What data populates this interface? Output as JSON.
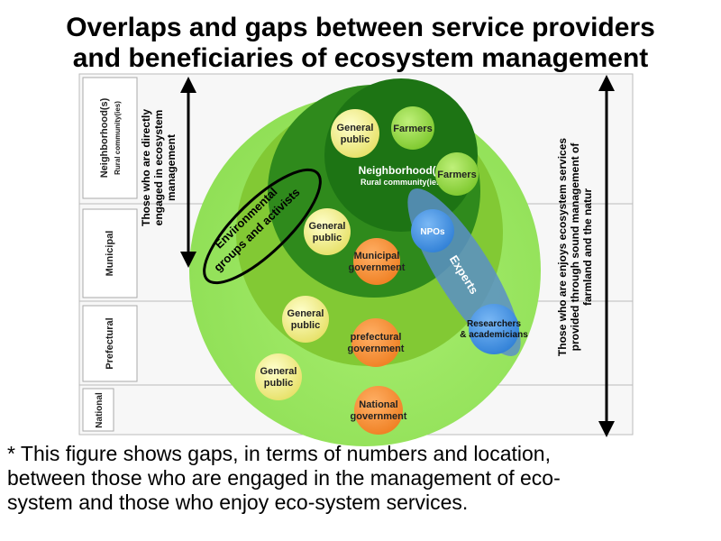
{
  "title": {
    "line1": "Overlaps and gaps between service providers",
    "line2": "and beneficiaries of ecosystem management"
  },
  "levels": {
    "neighborhood_line1": "Neighborhood(s)",
    "neighborhood_line2": "Rural community(ies)",
    "municipal": "Municipal",
    "prefectural": "Prefectural",
    "national": "National"
  },
  "left_arrow_label": {
    "line1": "Those who are directly",
    "line2": "engaged in ecosystem",
    "line3": "management"
  },
  "right_arrow_label": {
    "line1": "Those who are enjoys ecosystem services",
    "line2": "provided through sound management of",
    "line3": "farmland and the natur"
  },
  "circle_labels": {
    "neighborhood_line1": "Neighborhood(s)",
    "neighborhood_line2": "Rural community(ies)"
  },
  "nodes": {
    "general_public_1": [
      "General",
      "public"
    ],
    "farmers_1": [
      "Farmers"
    ],
    "farmers_2": [
      "Farmers"
    ],
    "general_public_2": [
      "General",
      "public"
    ],
    "municipal_government": [
      "Municipal",
      "government"
    ],
    "npos": [
      "NPOs"
    ],
    "general_public_3": [
      "General",
      "public"
    ],
    "prefectural_government": [
      "prefectural",
      "government"
    ],
    "researchers": [
      "Researchers",
      "& academicians"
    ],
    "general_public_4": [
      "General",
      "public"
    ],
    "national_government": [
      "National",
      "government"
    ]
  },
  "ellipse_labels": {
    "environmental_line1": "Environmental",
    "environmental_line2": "groups and activists",
    "experts": "Experts"
  },
  "footnote": {
    "line1": "* This figure shows gaps, in terms of numbers and location,",
    "line2": "between those who are engaged in the management of eco-",
    "line3": "system and those who enjoy eco-system services."
  },
  "colors": {
    "outer_circle": "#99e65c",
    "prefectural_circle": "#80cc33",
    "municipal_circle": "#338f1f",
    "neighborhood_circle": "#1f7a14",
    "node_yellow": "#eeee77",
    "node_green": "#88d633",
    "node_orange": "#f28c33",
    "node_blue": "#3d8ee0",
    "experts_ellipse": "#5b8fc7"
  }
}
